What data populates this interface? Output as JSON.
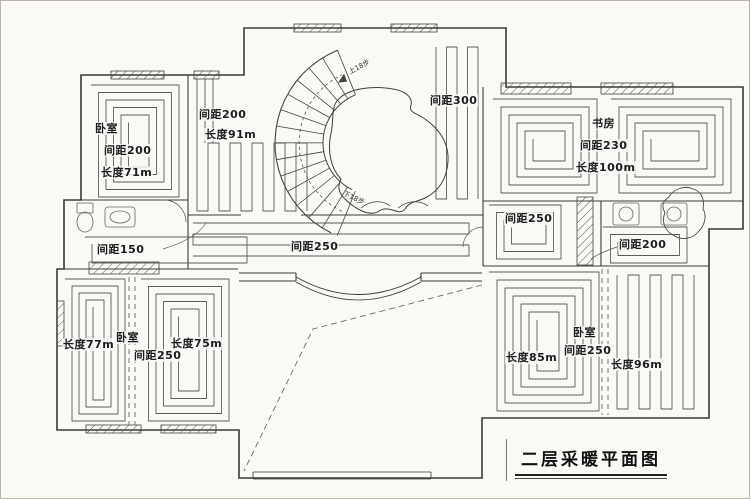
{
  "title": "二层采暖平面图",
  "annotations": {
    "bedroom_tl_name": "卧室",
    "bedroom_tl_spacing": "间距200",
    "bedroom_tl_length": "长度71m",
    "hall_left_spacing": "间距200",
    "hall_left_length": "长度91m",
    "hall_right_spacing": "间距300",
    "study_name": "书房",
    "study_spacing": "间距230",
    "study_length": "长度100m",
    "mid_right_spacing": "间距250",
    "bath_right_spacing": "间距200",
    "bath_left_spacing": "间距150",
    "corridor_spacing": "间距250",
    "bedroom_bl_length_a": "长度77m",
    "bedroom_bl_name": "卧室",
    "bedroom_bl_spacing": "间距250",
    "bedroom_bl_length_b": "长度75m",
    "bedroom_br_length_a": "长度85m",
    "bedroom_br_name": "卧室",
    "bedroom_br_spacing": "间距250",
    "bedroom_br_length_b": "长度96m",
    "stair_up": "上18步",
    "stair_down": "下18步"
  },
  "colors": {
    "wall": "#3a3a3a",
    "pipe": "#5c5c5c",
    "dashed": "#6a6a6a",
    "paper": "#faf9f6"
  }
}
